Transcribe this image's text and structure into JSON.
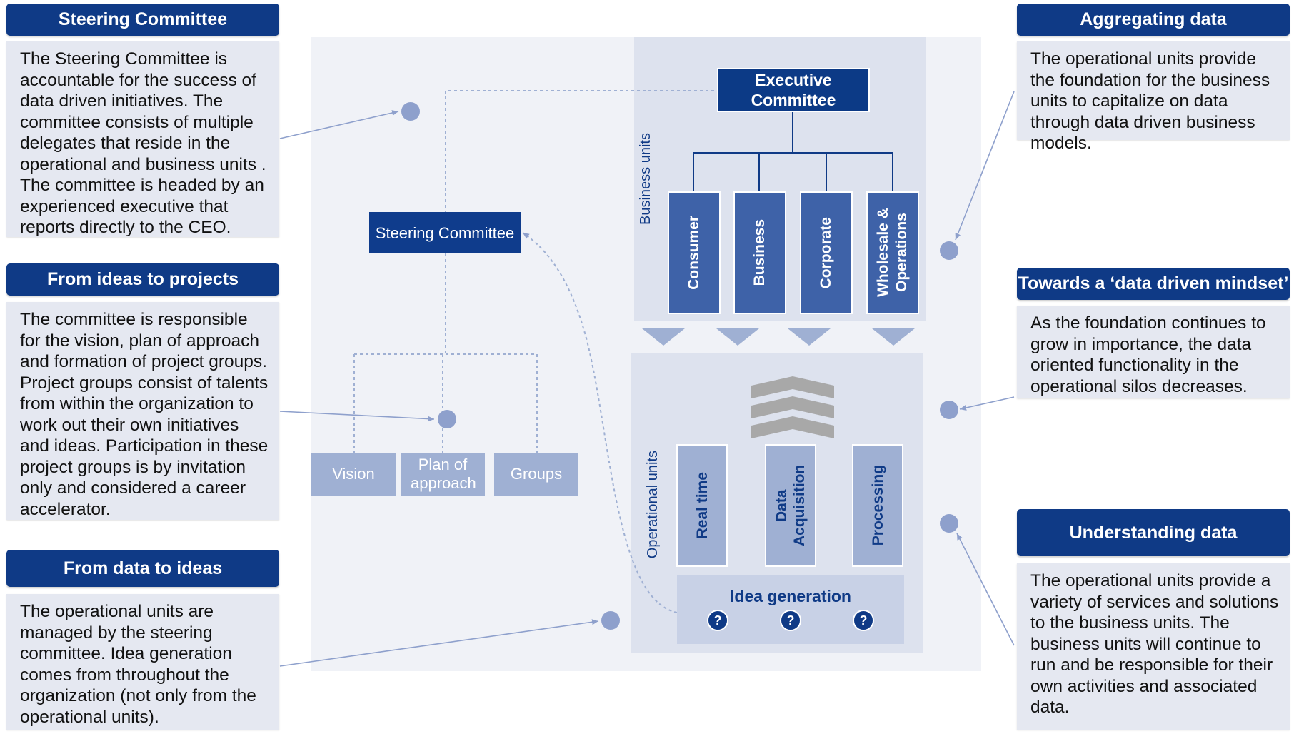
{
  "panels": {
    "steering_committee": {
      "title": "Steering Committee",
      "text": "The Steering Committee  is accountable for the success of data driven initiatives. The committee consists of multiple delegates that reside in the operational and business units . The committee is headed by an experienced executive that reports directly to the CEO."
    },
    "ideas_to_projects": {
      "title": "From ideas to projects",
      "text": "The committee is responsible for the vision, plan of approach and formation of project groups. Project groups consist of talents from within the organization to work out their own initiatives and ideas. Participation in these project groups is by invitation only and considered a career accelerator."
    },
    "data_to_ideas": {
      "title": "From data to ideas",
      "text": "The operational units are managed by the steering committee. Idea generation comes from throughout the organization (not only from the operational units)."
    },
    "aggregating_data": {
      "title": "Aggregating data",
      "text": "The operational units provide the foundation for the business units to capitalize on data through data driven business models."
    },
    "data_driven_mindset": {
      "title": "Towards a ‘data driven mindset’",
      "text": "As the foundation continues to grow in importance, the  data oriented functionality in the operational silos decreases."
    },
    "understanding_data": {
      "title": "Understanding data",
      "text": "The operational units provide a variety of services and solutions to the business units. The business units will  continue to run and be responsible for their own activities and associated data."
    }
  },
  "diagram": {
    "executive_committee": "Executive Committee",
    "steering_committee": "Steering Committee",
    "business_units_label": "Business units",
    "business_units": [
      "Consumer",
      "Business",
      "Corporate",
      "Wholesale & Operations"
    ],
    "operational_units_label": "Operational units",
    "operational_units": [
      "Real time",
      "Data Acquisition",
      "Processing"
    ],
    "idea_generation": "Idea generation",
    "question_mark": "?",
    "project_items": [
      "Vision",
      "Plan of approach",
      "Groups"
    ]
  },
  "colors": {
    "dark_blue": "#0f3a86",
    "mid_blue": "#3e62a8",
    "light_blue": "#9fb0d3",
    "panel_bg": "#e5e8f1"
  }
}
